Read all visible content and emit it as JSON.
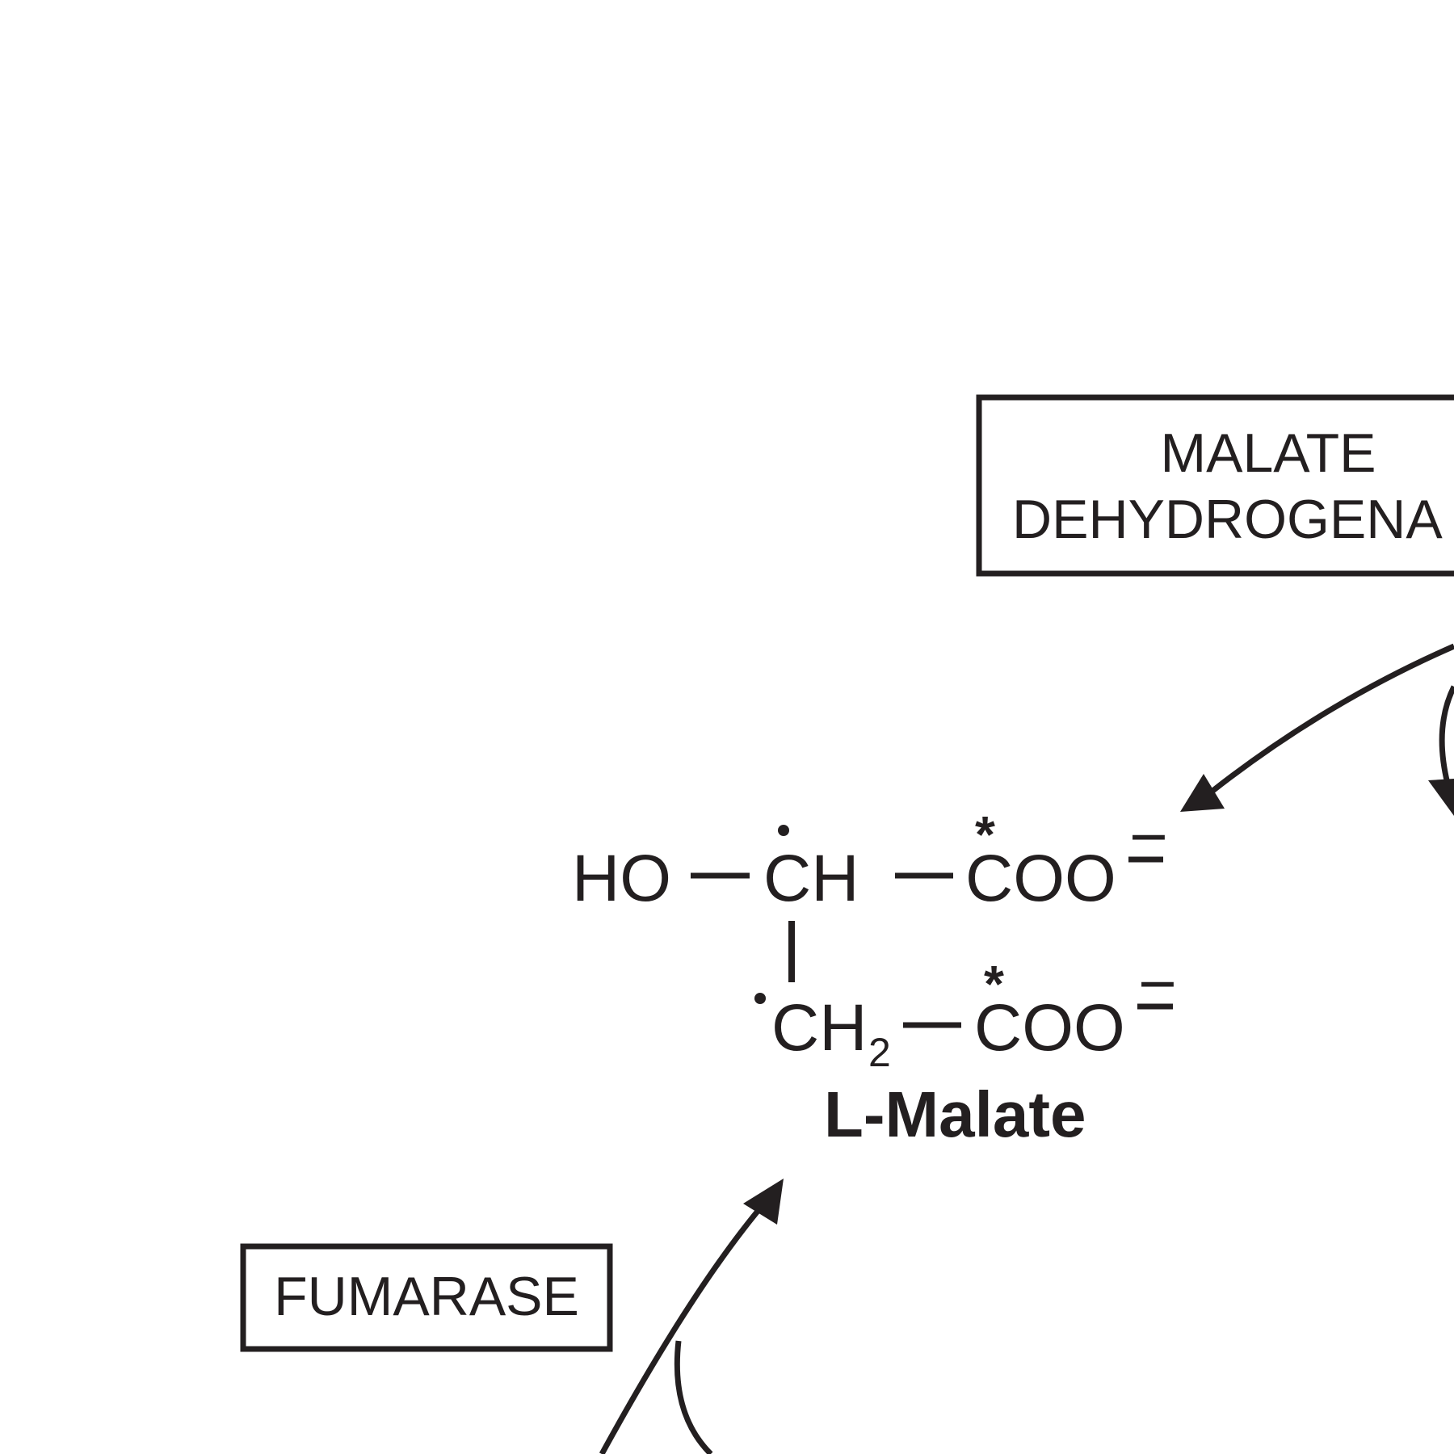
{
  "enzymes": {
    "malate_dehydrogenase": [
      "MALATE",
      "DEHYDROGENA"
    ],
    "fumarase": "FUMARASE"
  },
  "molecule": {
    "row1": {
      "ho": "HO",
      "ch": "CH",
      "coo": "COO",
      "charge": "−"
    },
    "row2": {
      "ch": "CH",
      "sub": "2",
      "coo": "COO",
      "charge": "−"
    },
    "label_marker": "*",
    "name": "L-Malate"
  },
  "colors": {
    "ink": "#231f20",
    "background": "#ffffff"
  }
}
